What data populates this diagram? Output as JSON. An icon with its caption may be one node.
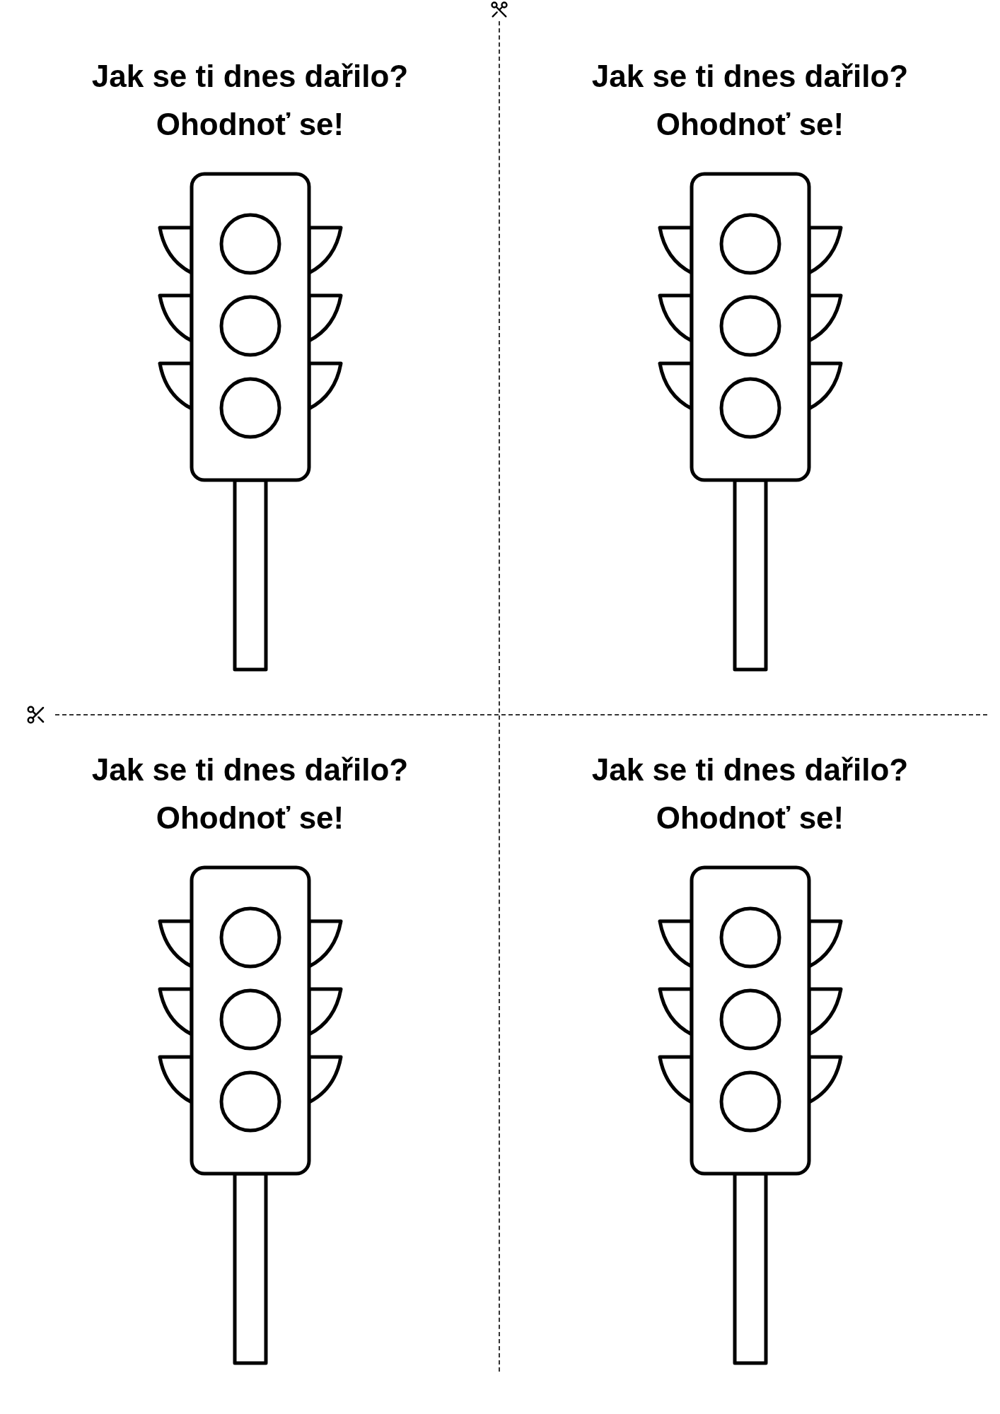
{
  "diagram": {
    "labels": [
      "Jak se ti dnes dařilo?",
      "Ohodnoť se!",
      "Jak se ti dnes dařilo?",
      "Ohodnoť se!",
      "Jak se ti dnes dařilo?",
      "Ohodnoť se!",
      "Jak se ti dnes dařilo?",
      "Ohodnoť se!"
    ]
  }
}
